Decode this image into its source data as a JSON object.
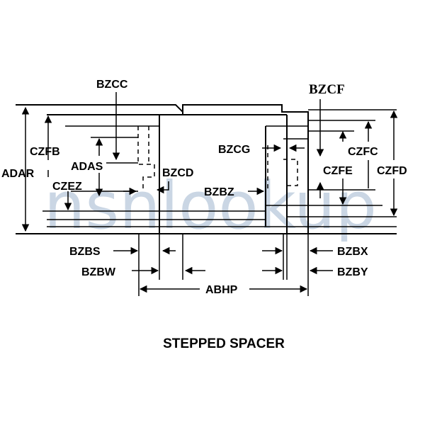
{
  "watermark": "nsnlookup",
  "title": "STEPPED SPACER",
  "labels": {
    "adar": "ADAR",
    "czfb": "CZFB",
    "adas": "ADAS",
    "czez": "CZEZ",
    "bzcc": "BZCC",
    "bzcf": "BZCF",
    "bzcg": "BZCG",
    "bzcd": "BZCD",
    "bzbz": "BZBZ",
    "czfc": "CZFC",
    "czfe": "CZFE",
    "czfd": "CZFD",
    "bzbs": "BZBS",
    "bzbw": "BZBW",
    "bzbx": "BZBX",
    "bzby": "BZBY",
    "abhp": "ABHP"
  }
}
